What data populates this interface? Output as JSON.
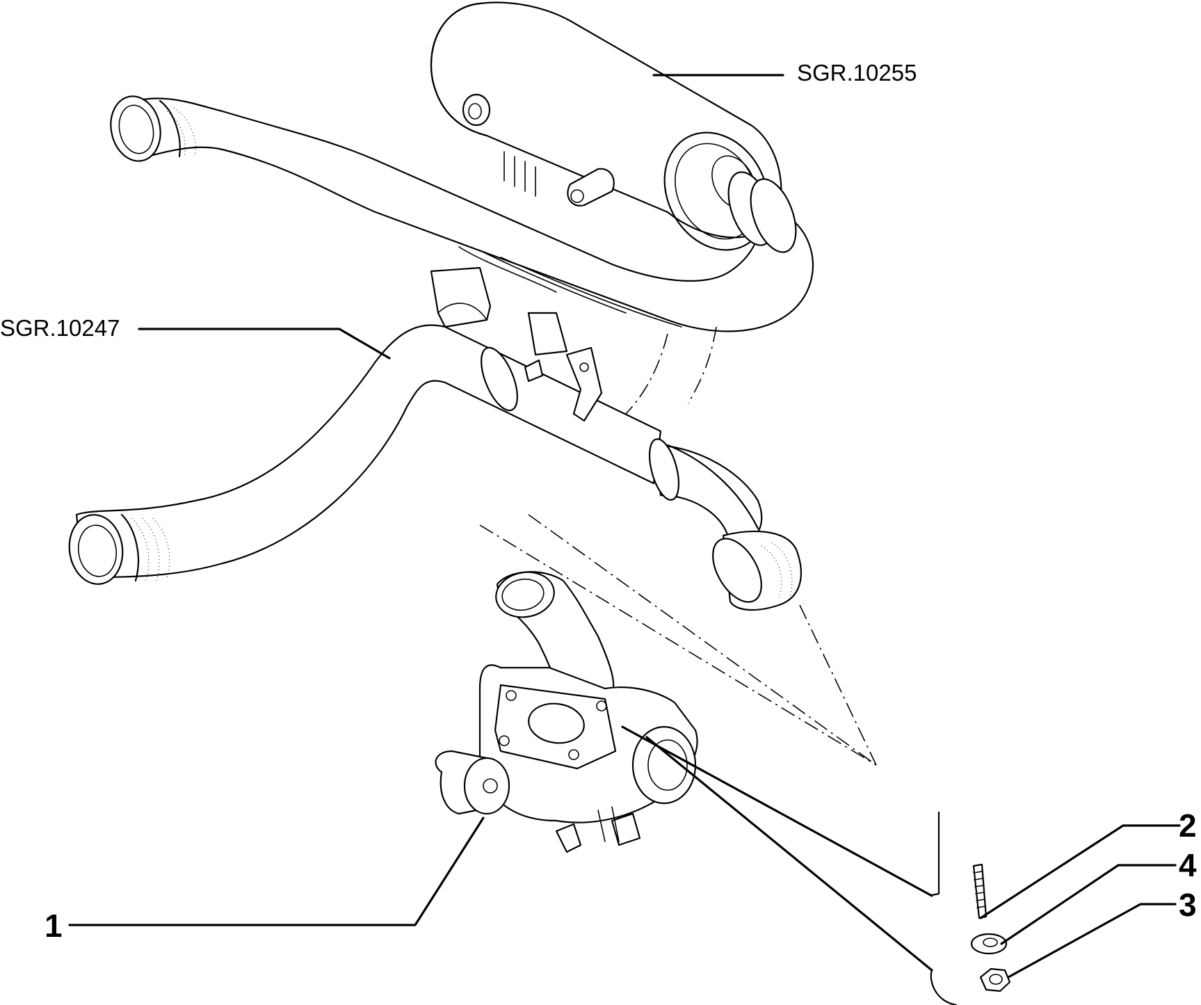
{
  "callouts": {
    "muffler_ref": "SGR.10255",
    "pipe_ref": "SGR.10247",
    "part_1": "1",
    "part_2": "2",
    "part_3": "3",
    "part_4": "4"
  },
  "colors": {
    "line": "#000000",
    "background": "#ffffff"
  }
}
